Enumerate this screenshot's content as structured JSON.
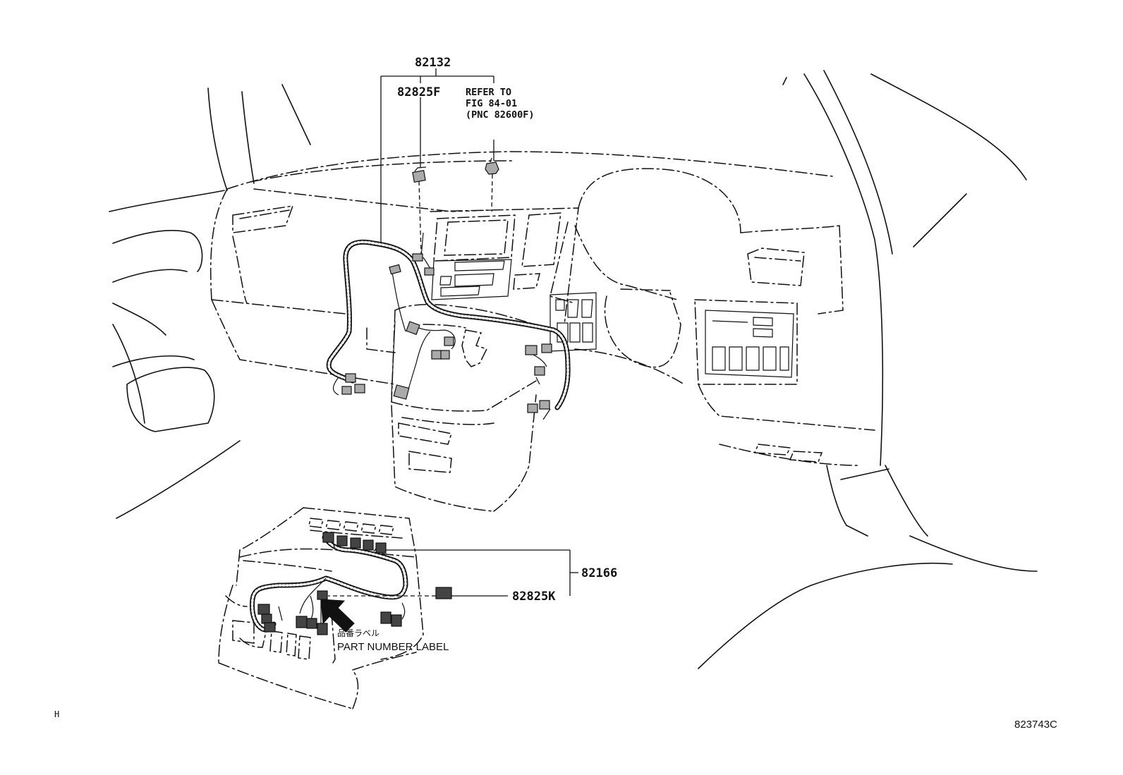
{
  "callouts": {
    "p82132": "82132",
    "p82825F": "82825F",
    "refer_line1": "REFER TO",
    "refer_line2": "FIG 84-01",
    "refer_line3": "(PNC 82600F)",
    "p82166": "82166",
    "p82825K": "82825K"
  },
  "labels": {
    "part_number_label_jp": "品番ラベル",
    "part_number_label": "PART NUMBER LABEL"
  },
  "corner": {
    "left_mark": "H",
    "illustration_id": "823743C"
  },
  "colors": {
    "line": "#111111",
    "background": "#ffffff",
    "connector_fill": "#444444"
  }
}
